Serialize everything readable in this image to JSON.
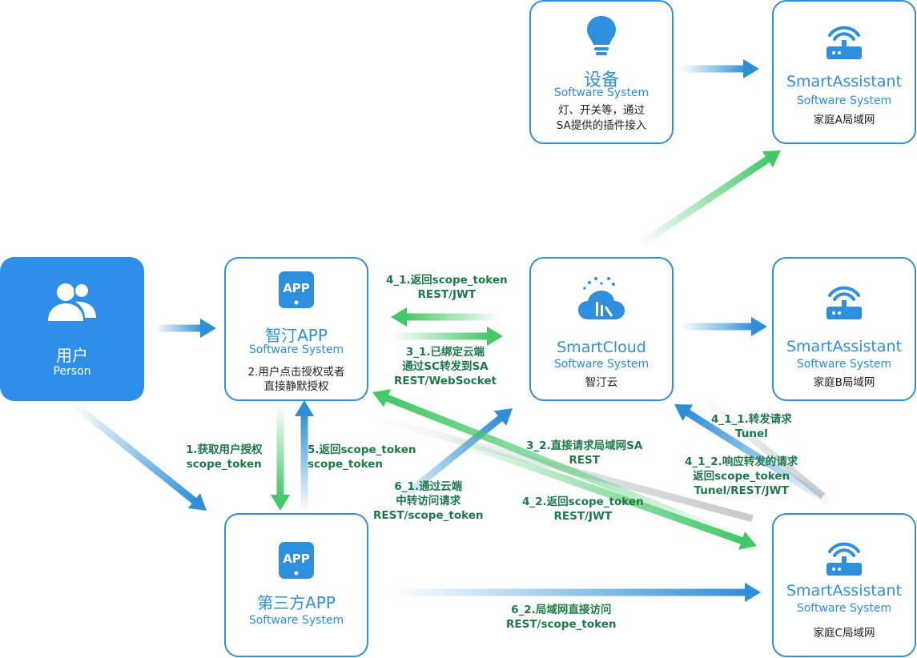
{
  "nodes": {
    "device": {
      "title": "设备",
      "subtitle": "Software System",
      "desc_line1": "灯、开关等，通过",
      "desc_line2": "SA提供的插件接入"
    },
    "sa_a": {
      "title": "SmartAssistant",
      "subtitle": "Software System",
      "desc": "家庭A局域网"
    },
    "user": {
      "title": "用户",
      "subtitle": "Person"
    },
    "zhiting_app": {
      "title": "智汀APP",
      "subtitle": "Software System",
      "desc_line1": "2.用户点击授权或者",
      "desc_line2": "直接静默授权"
    },
    "smartcloud": {
      "title": "SmartCloud",
      "subtitle": "Software System",
      "desc": "智汀云"
    },
    "sa_b": {
      "title": "SmartAssistant",
      "subtitle": "Software System",
      "desc": "家庭B局域网"
    },
    "third_app": {
      "title": "第三方APP",
      "subtitle": "Software System"
    },
    "sa_c": {
      "title": "SmartAssistant",
      "subtitle": "Software System",
      "desc": "家庭C局域网"
    }
  },
  "icons": {
    "device": "lightbulb-icon",
    "router": "router-icon",
    "user": "users-icon",
    "app": "app-phone-icon",
    "cloud": "cloud-icon"
  },
  "edges": [
    {
      "id": "e1",
      "lines": [
        "1.获取用户授权",
        "scope_token"
      ]
    },
    {
      "id": "e5",
      "lines": [
        "5.返回scope_token",
        "scope_token"
      ]
    },
    {
      "id": "e41",
      "lines": [
        "4_1.返回scope_token",
        "REST/JWT"
      ]
    },
    {
      "id": "e31",
      "lines": [
        "3_1.已绑定云端",
        "通过SC转发到SA",
        "REST/WebSocket"
      ]
    },
    {
      "id": "e32",
      "lines": [
        "3_2.直接请求局域网SA",
        "REST"
      ]
    },
    {
      "id": "e61",
      "lines": [
        "6_1.通过云端",
        "中转访问请求",
        "REST/scope_token"
      ]
    },
    {
      "id": "e42",
      "lines": [
        "4_2.返回scope_token",
        "REST/JWT"
      ]
    },
    {
      "id": "e411",
      "lines": [
        "4_1_1.转发请求",
        "Tunel"
      ]
    },
    {
      "id": "e412",
      "lines": [
        "4_1_2.响应转发的请求",
        "返回scope_token",
        "Tunel/REST/JWT"
      ]
    },
    {
      "id": "e62",
      "lines": [
        "6_2.局域网直接访问",
        "REST/scope_token"
      ]
    }
  ],
  "colors": {
    "box_border": "#2d8fde",
    "person_fill": "#2f8fe8",
    "blue_arrow": "#2e8fd6",
    "green_arrow": "#44c767",
    "label_text": "#1c7a48"
  }
}
